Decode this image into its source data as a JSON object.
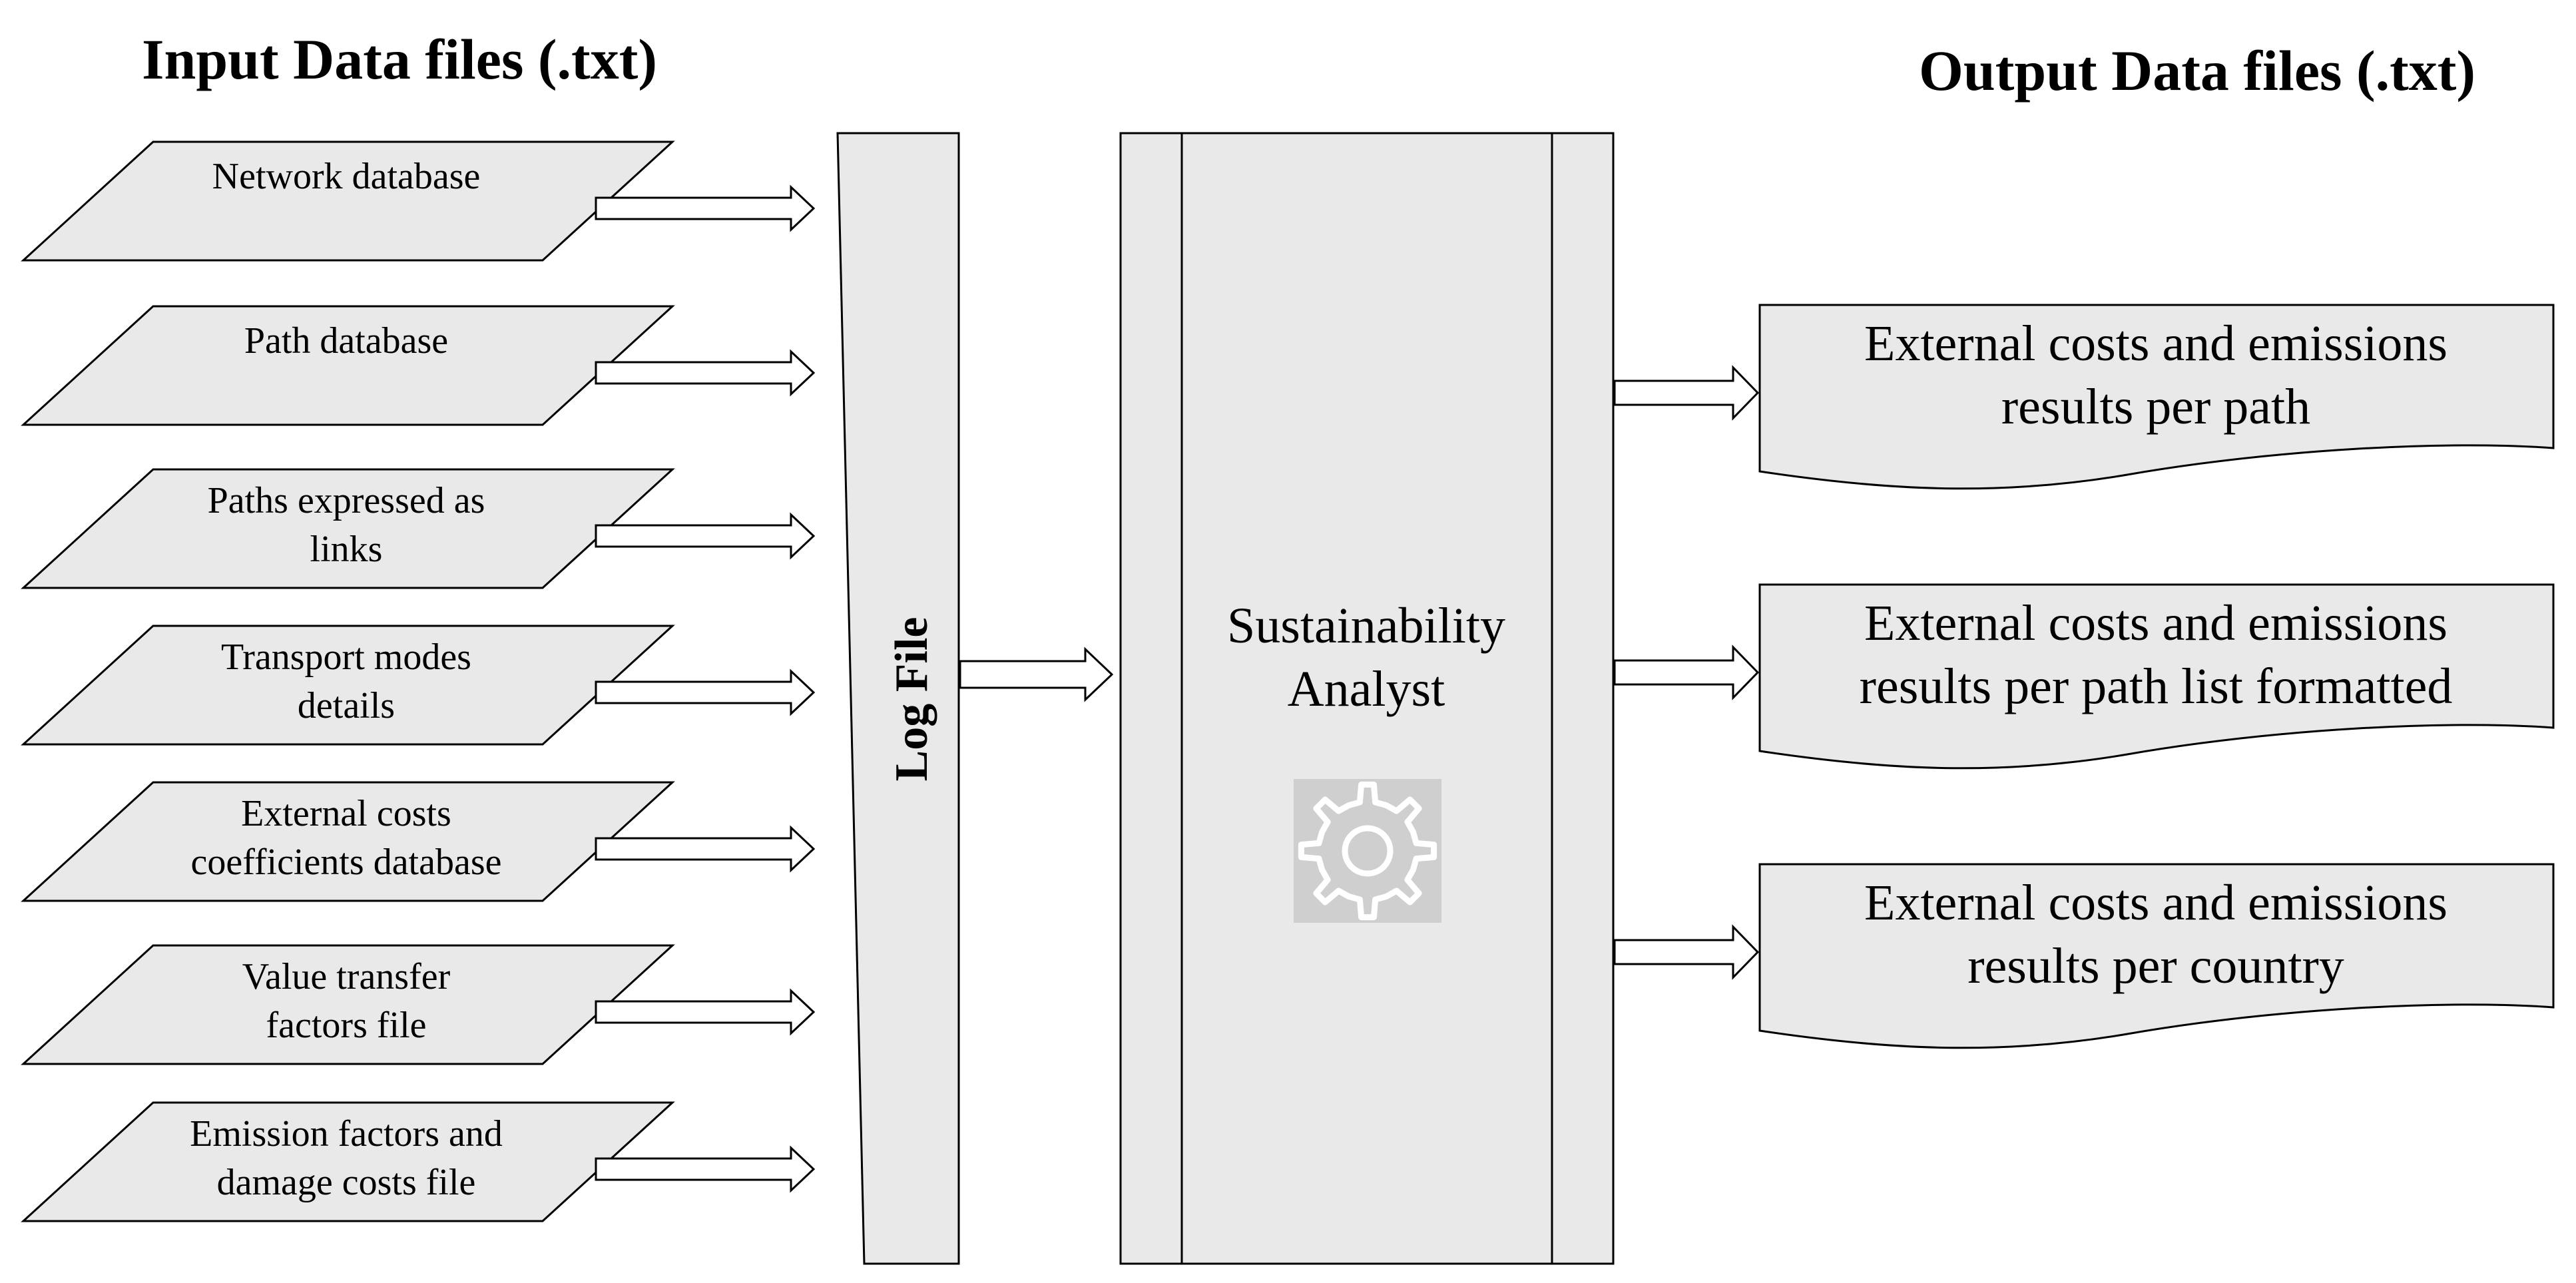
{
  "headers": {
    "input": "Input Data files (.txt)",
    "output": "Output Data files (.txt)"
  },
  "inputs": [
    {
      "lines": [
        "Network database"
      ]
    },
    {
      "lines": [
        "Path database"
      ]
    },
    {
      "lines": [
        "Paths expressed as",
        "links"
      ]
    },
    {
      "lines": [
        "Transport modes",
        "details"
      ]
    },
    {
      "lines": [
        "External costs",
        "coefficients database"
      ]
    },
    {
      "lines": [
        "Value transfer",
        "factors file"
      ]
    },
    {
      "lines": [
        "Emission factors and",
        "damage costs file"
      ]
    }
  ],
  "log_file": {
    "label": "Log File"
  },
  "analyst": {
    "lines": [
      "Sustainability",
      "Analyst"
    ],
    "icon": "gear-icon"
  },
  "outputs": [
    {
      "lines": [
        "External costs and emissions",
        "results per path"
      ]
    },
    {
      "lines": [
        "External costs and emissions",
        "results per path list formatted"
      ]
    },
    {
      "lines": [
        "External costs and emissions",
        "results per country"
      ]
    }
  ],
  "colors": {
    "shape_fill": "#e9e9e9",
    "stroke": "#000000",
    "icon_bg": "#cfcfcf",
    "icon_fg": "#ffffff"
  }
}
